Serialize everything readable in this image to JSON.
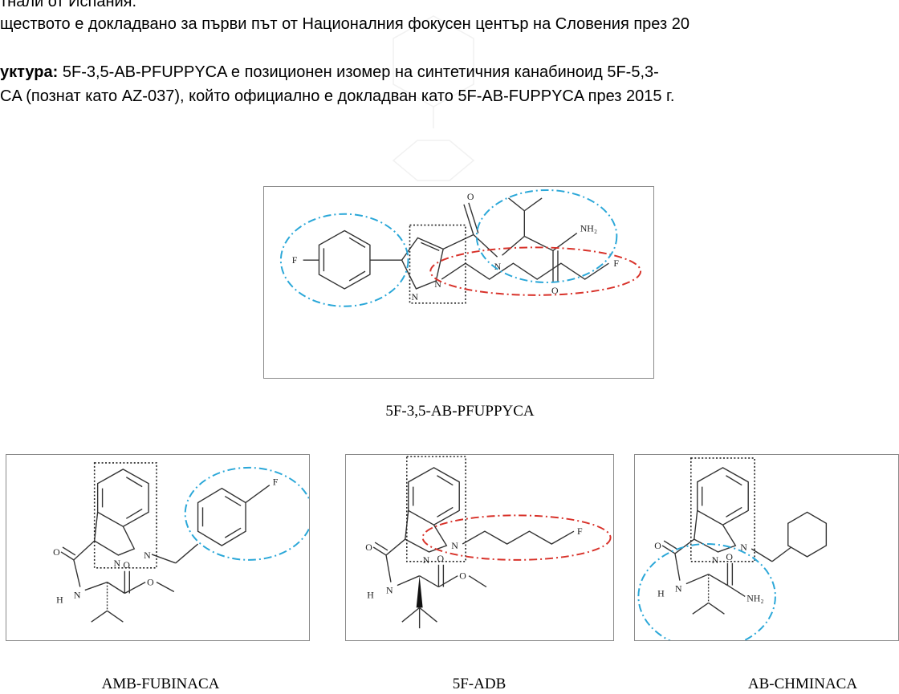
{
  "text": {
    "line1": "тнали от Испания.",
    "line2": "ществото е докладвано за първи път от Националния фокусен център на Словения през 20",
    "line3_label": "уктура:",
    "line3_rest": "  5F-3,5-AB-PFUPPYCA е позиционен изомер на синтетичния канабиноид  5F-5,3-",
    "line4": "CA (познат като AZ-037), който официално е докладван като  5F-AB-FUPPYCA през 2015 г."
  },
  "figures": {
    "main": {
      "caption": "5F-3,5-AB-PFUPPYCA"
    },
    "amb": {
      "caption": "AMB-FUBINACA"
    },
    "adb": {
      "caption": "5F-ADB"
    },
    "chm": {
      "caption": "AB-CHMINACA"
    }
  },
  "atoms": {
    "F": "F",
    "N": "N",
    "O": "O",
    "NH2": "NH₂",
    "H": "H"
  }
}
